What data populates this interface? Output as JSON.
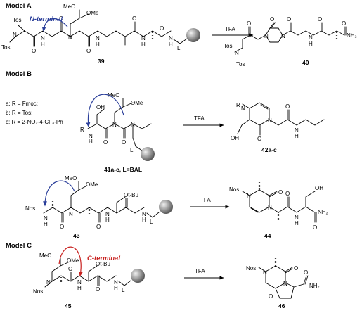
{
  "models": {
    "a": "Model A",
    "b": "Model B",
    "c": "Model C"
  },
  "annotations": {
    "n_terminal": "N-terminal",
    "c_terminal": "C-terminal"
  },
  "reagent": "TFA",
  "compounds": {
    "c39": "39",
    "c40": "40",
    "c41": "41a-c, L=BAL",
    "c42": "42a-c",
    "c43": "43",
    "c44": "44",
    "c45": "45",
    "c46": "46"
  },
  "r_groups": {
    "a": "a: R = Fmoc;",
    "b": "b: R = Tos;",
    "c": "c: R = 2-NO₂-4-CF₃-Ph"
  },
  "atoms": {
    "tos": "Tos",
    "n": "N",
    "h": "H",
    "o": "O",
    "l": "L",
    "r": "R",
    "meo": "MeO",
    "ome": "OMe",
    "oh": "OH",
    "otbu": "Ot-Bu",
    "nos": "Nos",
    "nh2": "NH₂"
  },
  "colors": {
    "n_arrow": "#2b3f9a",
    "c_arrow": "#c8201e",
    "resin": "#9a9a9a"
  }
}
